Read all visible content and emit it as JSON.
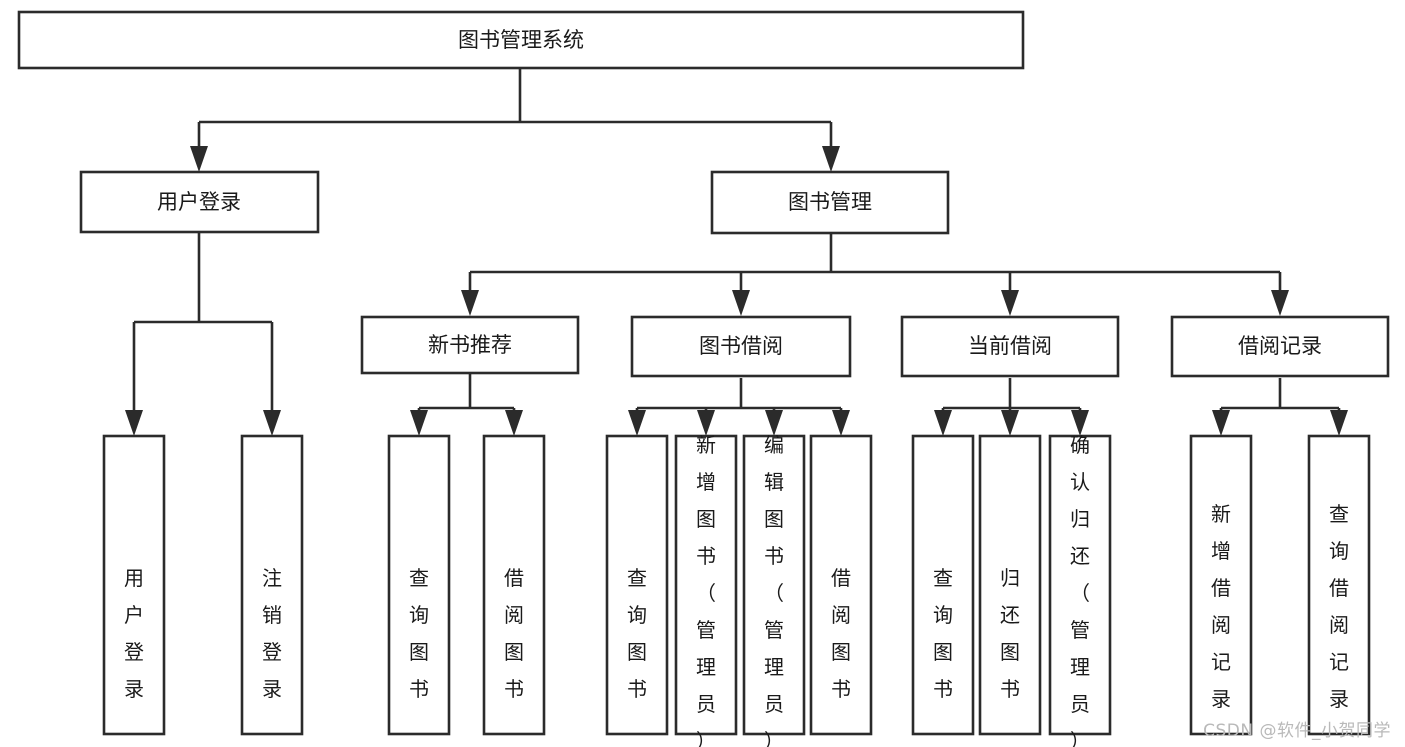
{
  "diagram": {
    "title": "图书管理系统",
    "type": "tree-hierarchy",
    "watermark": "CSDN @软件_小贺同学",
    "colors": {
      "stroke": "#2b2b2b",
      "fill": "#ffffff",
      "text": "#1a1a1a",
      "watermark": "#b9b9b9"
    },
    "levels": {
      "level0_label": "图书管理系统",
      "level1": [
        {
          "id": "user-login",
          "label": "用户登录"
        },
        {
          "id": "book-manage",
          "label": "图书管理"
        }
      ],
      "level2": [
        {
          "id": "new-book-recommend",
          "label": "新书推荐",
          "parent": "book-manage"
        },
        {
          "id": "book-borrow",
          "label": "图书借阅",
          "parent": "book-manage"
        },
        {
          "id": "current-borrow",
          "label": "当前借阅",
          "parent": "book-manage"
        },
        {
          "id": "borrow-record",
          "label": "借阅记录",
          "parent": "book-manage"
        }
      ],
      "leaves": {
        "user-login": [
          {
            "id": "leaf-user-login",
            "label": "用户登录"
          },
          {
            "id": "leaf-logout",
            "label": "注销登录"
          }
        ],
        "new-book-recommend": [
          {
            "id": "leaf-query-book-1",
            "label": "查询图书"
          },
          {
            "id": "leaf-borrow-book-1",
            "label": "借阅图书"
          }
        ],
        "book-borrow": [
          {
            "id": "leaf-query-book-2",
            "label": "查询图书"
          },
          {
            "id": "leaf-add-book",
            "label": "新增图书（管理员）"
          },
          {
            "id": "leaf-edit-book",
            "label": "编辑图书（管理员）"
          },
          {
            "id": "leaf-borrow-book-2",
            "label": "借阅图书"
          }
        ],
        "current-borrow": [
          {
            "id": "leaf-query-book-3",
            "label": "查询图书"
          },
          {
            "id": "leaf-return-book",
            "label": "归还图书"
          },
          {
            "id": "leaf-confirm-return",
            "label": "确认归还（管理员）"
          }
        ],
        "borrow-record": [
          {
            "id": "leaf-add-record",
            "label": "新增借阅记录"
          },
          {
            "id": "leaf-query-record",
            "label": "查询借阅记录"
          }
        ]
      }
    }
  }
}
